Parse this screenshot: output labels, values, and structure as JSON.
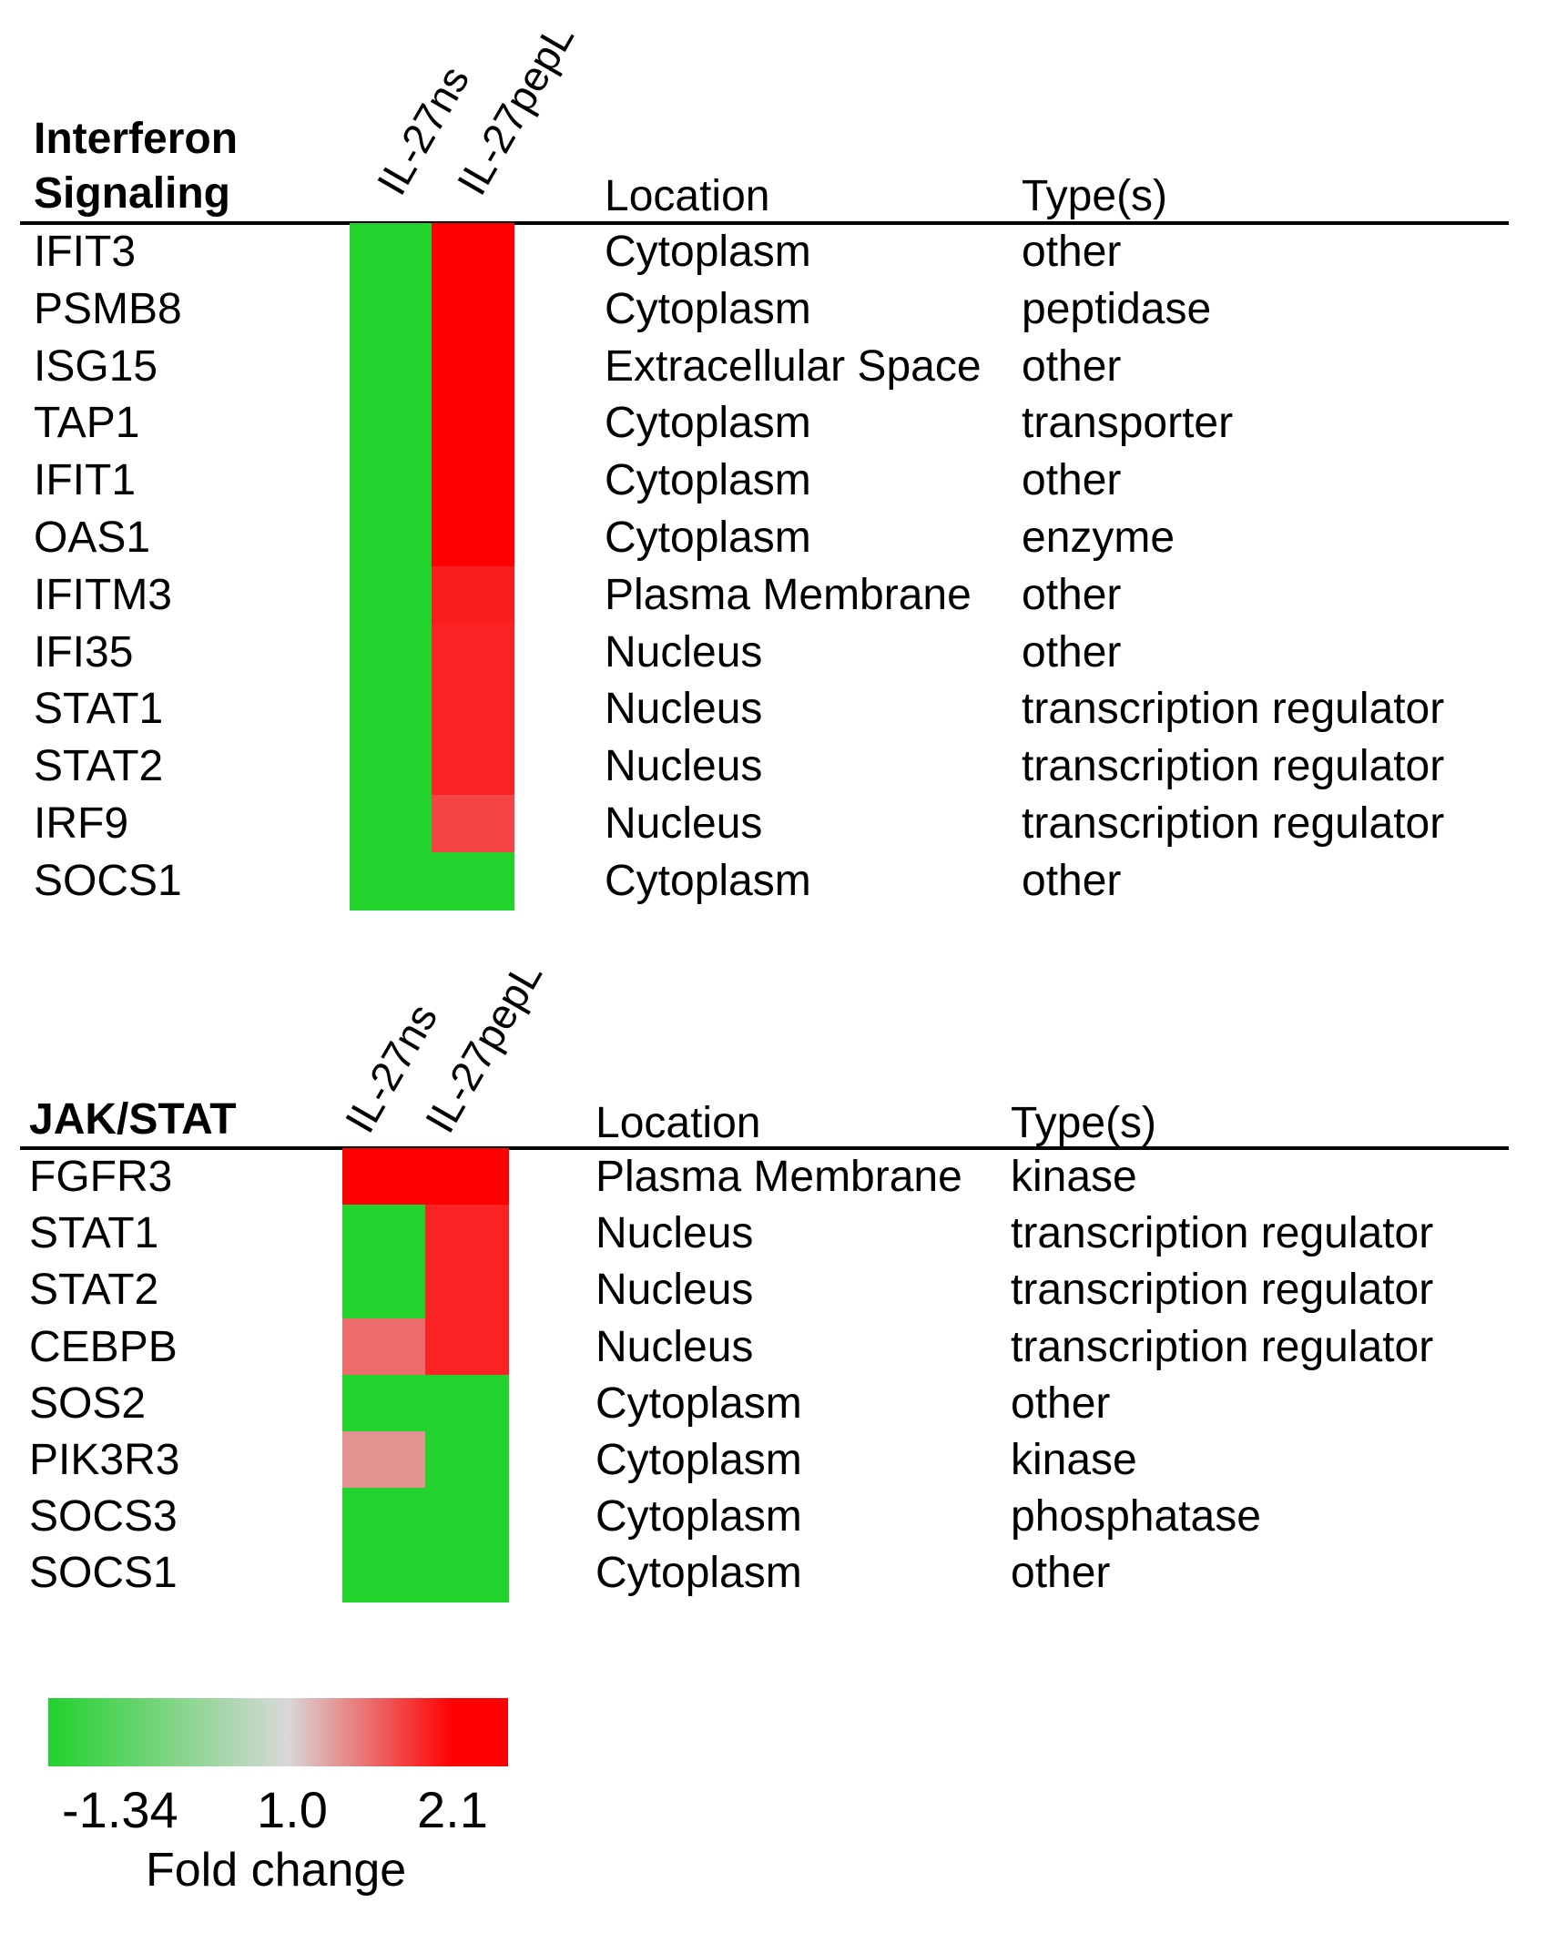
{
  "chart_data": [
    {
      "type": "heatmap",
      "title": "Interferon\nSignaling",
      "columns": [
        "IL-27ns",
        "IL-27pepL"
      ],
      "column_headers": [
        "Location",
        "Type(s)"
      ],
      "rows": [
        {
          "gene": "IFIT3",
          "values": [
            -1.34,
            2.1
          ],
          "location": "Cytoplasm",
          "type": "other"
        },
        {
          "gene": "PSMB8",
          "values": [
            -1.34,
            2.1
          ],
          "location": "Cytoplasm",
          "type": "peptidase"
        },
        {
          "gene": "ISG15",
          "values": [
            -1.34,
            2.1
          ],
          "location": "Extracellular Space",
          "type": "other"
        },
        {
          "gene": "TAP1",
          "values": [
            -1.34,
            2.1
          ],
          "location": "Cytoplasm",
          "type": "transporter"
        },
        {
          "gene": "IFIT1",
          "values": [
            -1.34,
            2.1
          ],
          "location": "Cytoplasm",
          "type": "other"
        },
        {
          "gene": "OAS1",
          "values": [
            -1.34,
            2.1
          ],
          "location": "Cytoplasm",
          "type": "enzyme"
        },
        {
          "gene": "IFITM3",
          "values": [
            -1.34,
            1.95
          ],
          "location": "Plasma Membrane",
          "type": "other"
        },
        {
          "gene": "IFI35",
          "values": [
            -1.34,
            1.92
          ],
          "location": "Nucleus",
          "type": "other"
        },
        {
          "gene": "STAT1",
          "values": [
            -1.34,
            1.92
          ],
          "location": "Nucleus",
          "type": "transcription regulator"
        },
        {
          "gene": "STAT2",
          "values": [
            -1.34,
            1.92
          ],
          "location": "Nucleus",
          "type": "transcription regulator"
        },
        {
          "gene": "IRF9",
          "values": [
            -1.34,
            1.75
          ],
          "location": "Nucleus",
          "type": "transcription regulator"
        },
        {
          "gene": "SOCS1",
          "values": [
            -1.34,
            -1.34
          ],
          "location": "Cytoplasm",
          "type": "other"
        }
      ]
    },
    {
      "type": "heatmap",
      "title": "JAK/STAT",
      "columns": [
        "IL-27ns",
        "IL-27pepL"
      ],
      "column_headers": [
        "Location",
        "Type(s)"
      ],
      "rows": [
        {
          "gene": "FGFR3",
          "values": [
            2.1,
            2.1
          ],
          "location": "Plasma Membrane",
          "type": "kinase"
        },
        {
          "gene": "STAT1",
          "values": [
            -1.34,
            1.92
          ],
          "location": "Nucleus",
          "type": "transcription regulator"
        },
        {
          "gene": "STAT2",
          "values": [
            -1.34,
            1.92
          ],
          "location": "Nucleus",
          "type": "transcription regulator"
        },
        {
          "gene": "CEBPB",
          "values": [
            1.55,
            1.92
          ],
          "location": "Nucleus",
          "type": "transcription regulator"
        },
        {
          "gene": "SOS2",
          "values": [
            -1.34,
            -1.34
          ],
          "location": "Cytoplasm",
          "type": "other"
        },
        {
          "gene": "PIK3R3",
          "values": [
            1.35,
            -1.34
          ],
          "location": "Cytoplasm",
          "type": "kinase"
        },
        {
          "gene": "SOCS3",
          "values": [
            -1.34,
            -1.34
          ],
          "location": "Cytoplasm",
          "type": "phosphatase"
        },
        {
          "gene": "SOCS1",
          "values": [
            -1.34,
            -1.34
          ],
          "location": "Cytoplasm",
          "type": "other"
        }
      ]
    }
  ],
  "legend": {
    "ticks": [
      "-1.34",
      "1.0",
      "2.1"
    ],
    "label": "Fold change",
    "colors": [
      "#22d22d",
      "#d8d8d8",
      "#ff0000"
    ]
  }
}
